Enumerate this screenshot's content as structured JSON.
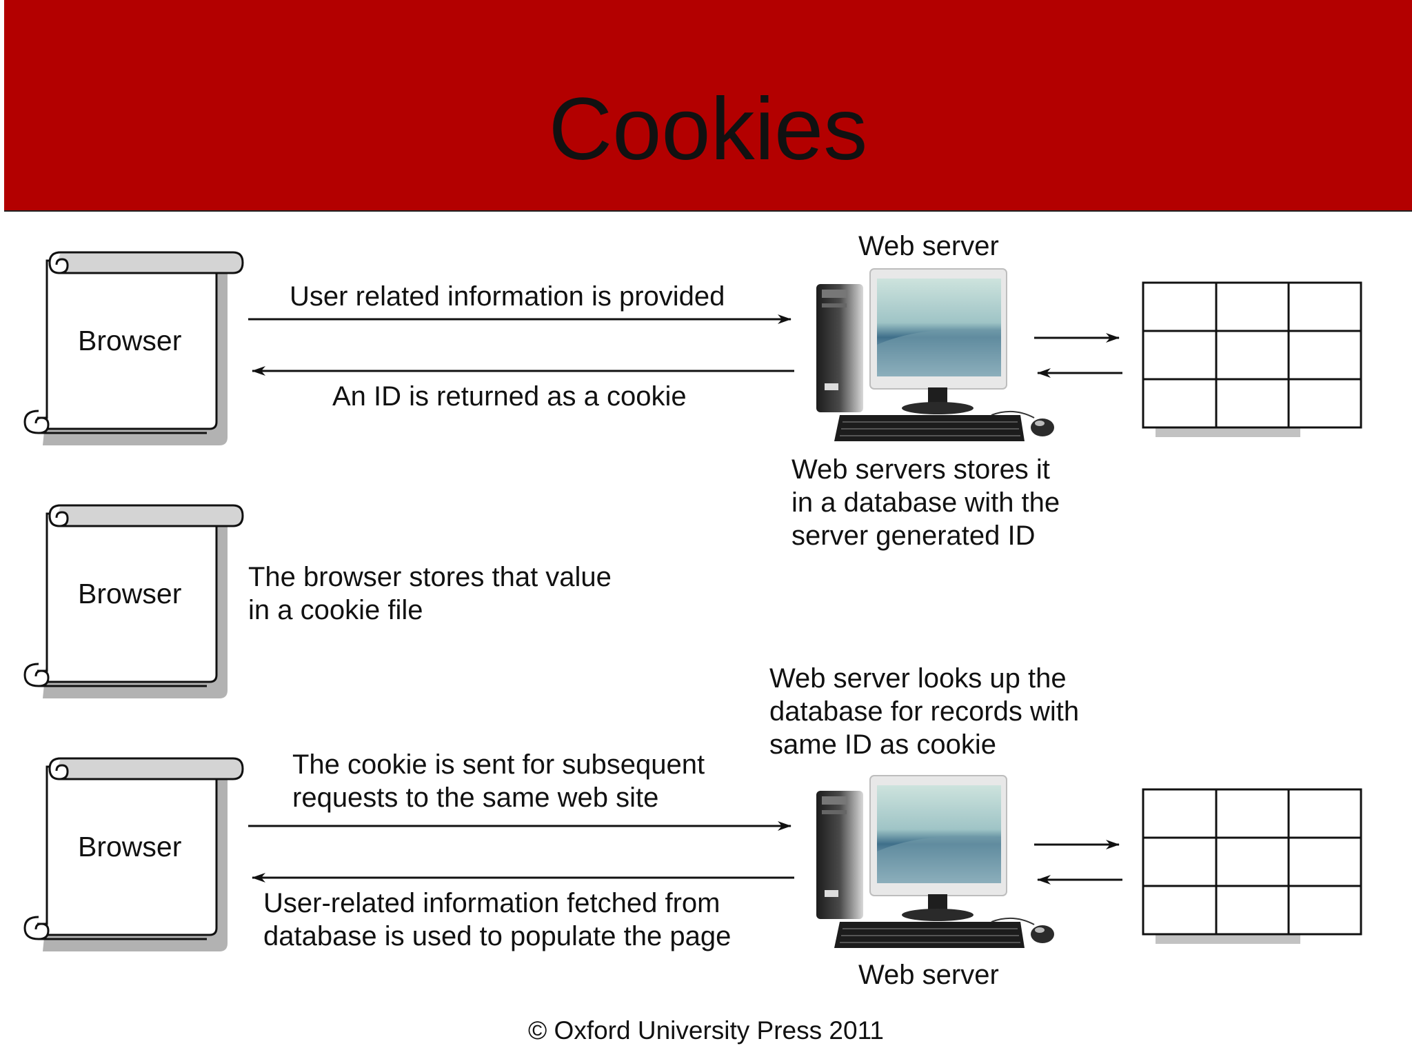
{
  "header": {
    "title": "Cookies"
  },
  "browsers": [
    "Browser",
    "Browser",
    "Browser"
  ],
  "steps": {
    "server_top_label": "Web server",
    "request_text": "User related information is provided",
    "response_text": "An ID is returned as a cookie",
    "server_store_text": [
      "Web servers stores it",
      "in a database with the",
      "server generated ID"
    ],
    "browser_store_text": [
      "The browser stores that value",
      "in a cookie file"
    ],
    "server_lookup_text": [
      "Web server looks up the",
      "database for records with",
      "same ID as cookie"
    ],
    "subsequent_text": [
      "The cookie is sent for subsequent",
      "requests to the same web site"
    ],
    "fetched_text": [
      "User-related information fetched from",
      "database is used to populate the page"
    ],
    "server_bottom_label": "Web server"
  },
  "footer": {
    "copyright": "© Oxford University Press 2011"
  }
}
